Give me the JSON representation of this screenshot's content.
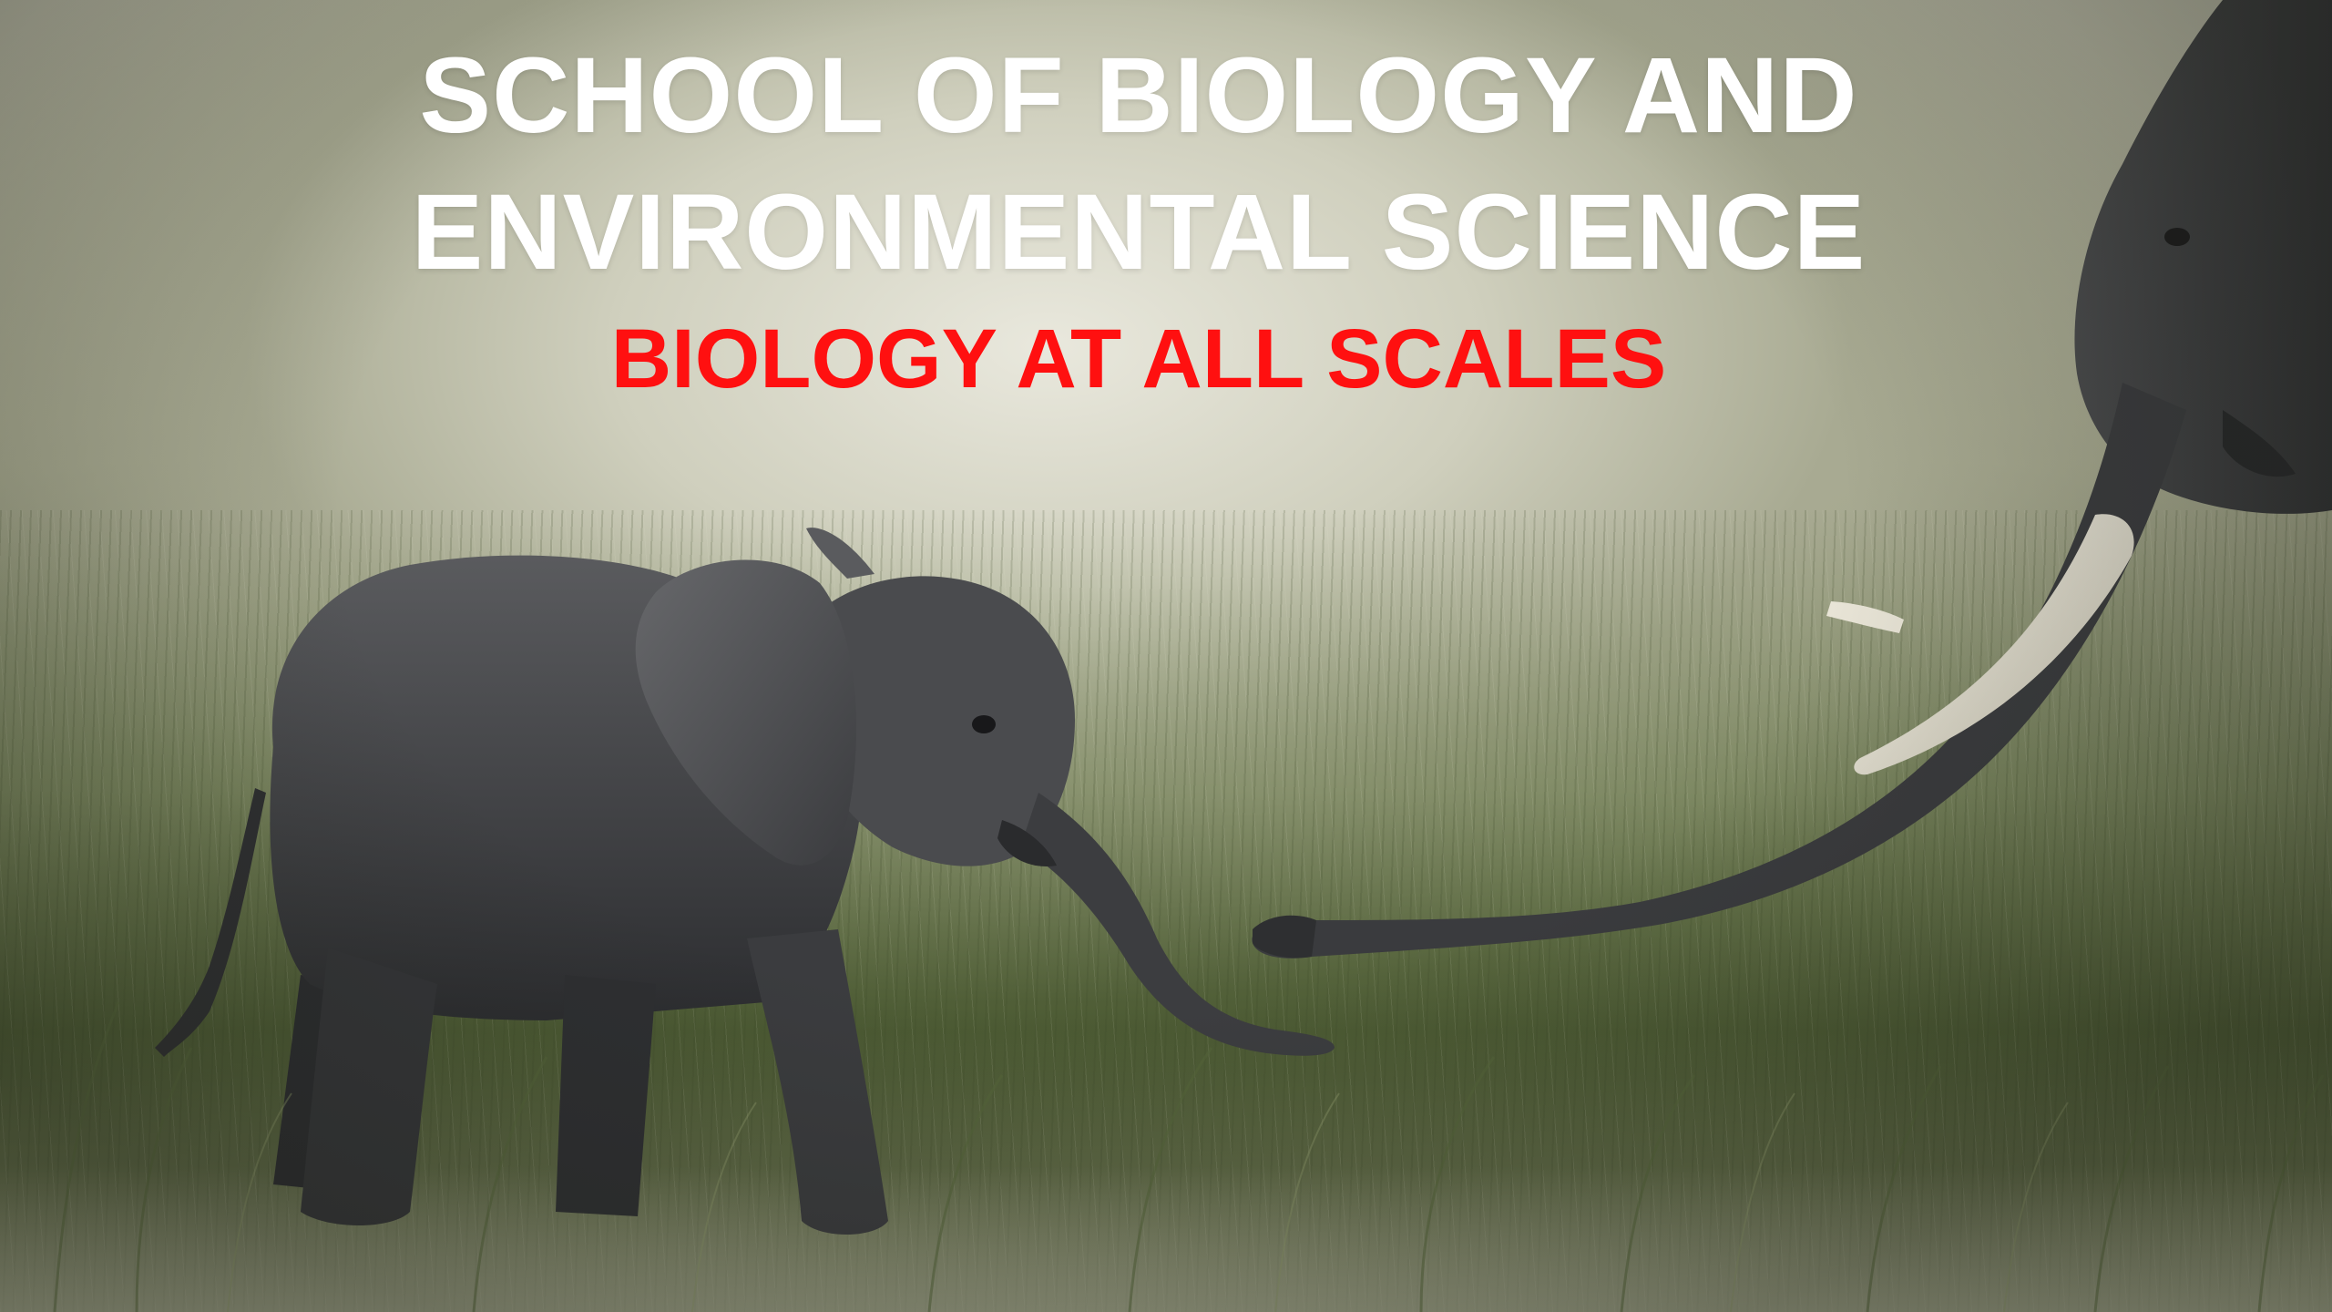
{
  "header": {
    "title_line_1": "SCHOOL OF BIOLOGY AND",
    "title_line_2": "ENVIRONMENTAL SCIENCE",
    "subtitle": "BIOLOGY AT ALL SCALES"
  },
  "colors": {
    "title": "#ffffff",
    "subtitle": "#ff1010"
  }
}
